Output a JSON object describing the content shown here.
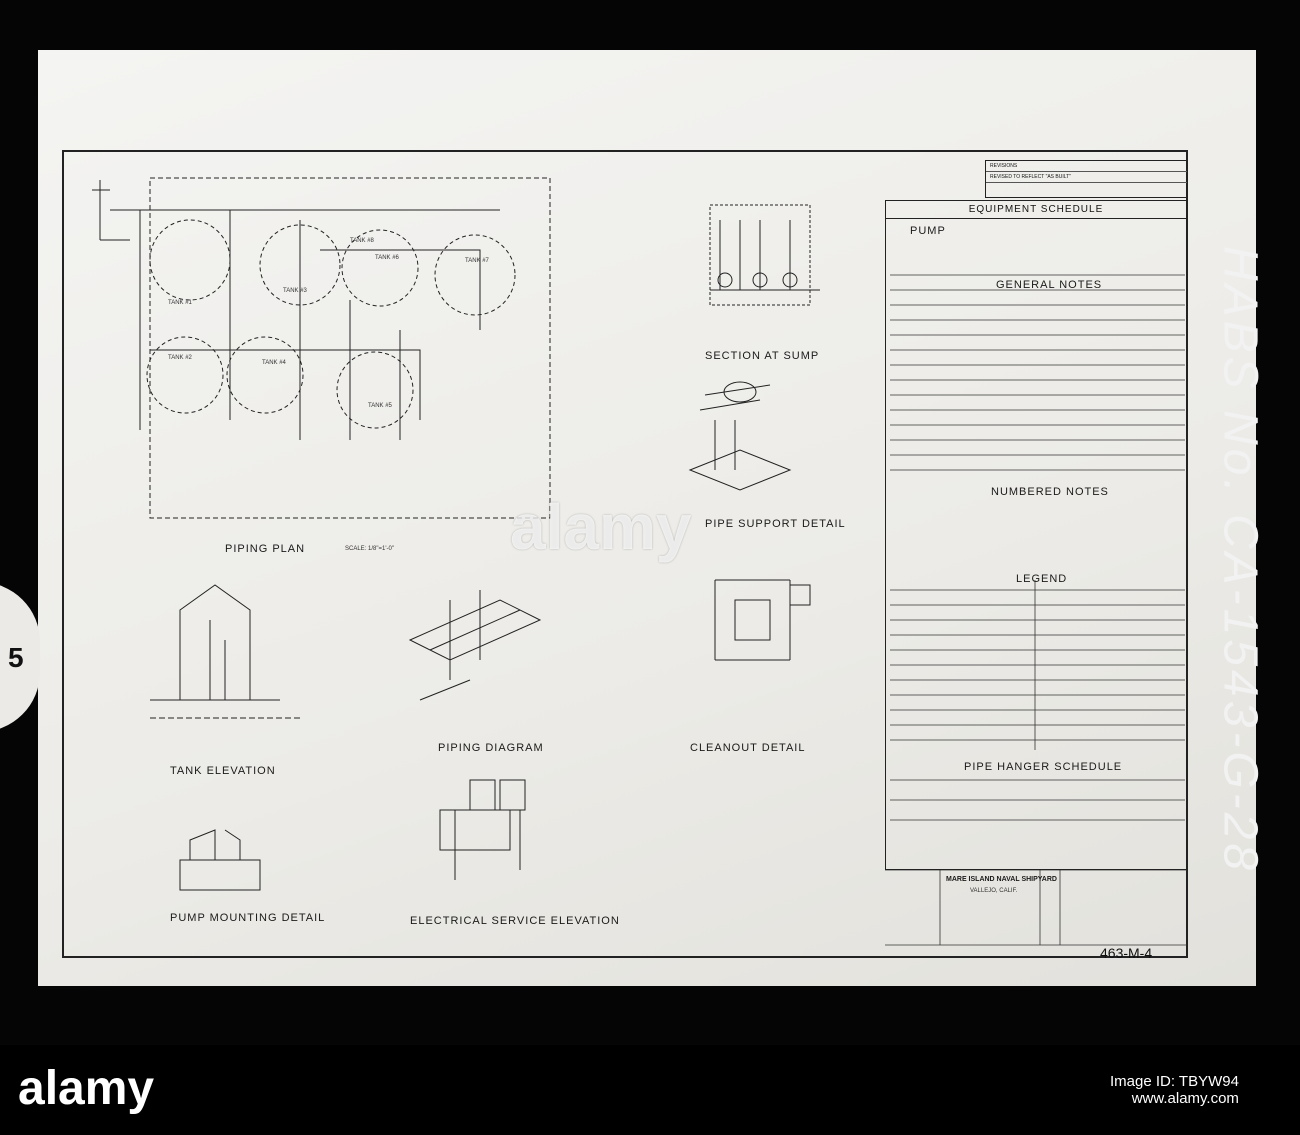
{
  "tab_number": "5",
  "sheet_number": "463-M-4",
  "haber_id": "HABS No. CA-1543-G-28",
  "watermark": "alamy",
  "drawing_titles": {
    "piping_plan": "PIPING PLAN",
    "piping_plan_scale": "SCALE: 1/8\"=1'-0\"",
    "section_at_sump": "SECTION AT SUMP",
    "pipe_support_detail": "PIPE SUPPORT DETAIL",
    "tank_elevation": "TANK ELEVATION",
    "piping_diagram": "PIPING DIAGRAM",
    "cleanout_detail": "CLEANOUT DETAIL",
    "pump_mounting_detail": "PUMP MOUNTING DETAIL",
    "electrical_service_elevation": "ELECTRICAL SERVICE ELEVATION"
  },
  "tanks": [
    "TANK #1",
    "TANK #2",
    "TANK #3",
    "TANK #4",
    "TANK #5",
    "TANK #6",
    "TANK #7",
    "TANK #8"
  ],
  "schedules": {
    "equipment_schedule": "EQUIPMENT SCHEDULE",
    "pump": "PUMP",
    "general_notes": "GENERAL NOTES",
    "numbered_notes": "NUMBERED NOTES",
    "legend": "LEGEND",
    "pipe_hanger_schedule": "PIPE HANGER SCHEDULE"
  },
  "revisions": {
    "header": "REVISIONS",
    "entry": "REVISED TO REFLECT \"AS BUILT\""
  },
  "title_block": {
    "organization": "MARE ISLAND NAVAL SHIPYARD",
    "location": "VALLEJO, CALIF."
  },
  "footer": {
    "brand": "alamy",
    "image_id_label": "Image ID: TBYW94",
    "url": "www.alamy.com"
  }
}
